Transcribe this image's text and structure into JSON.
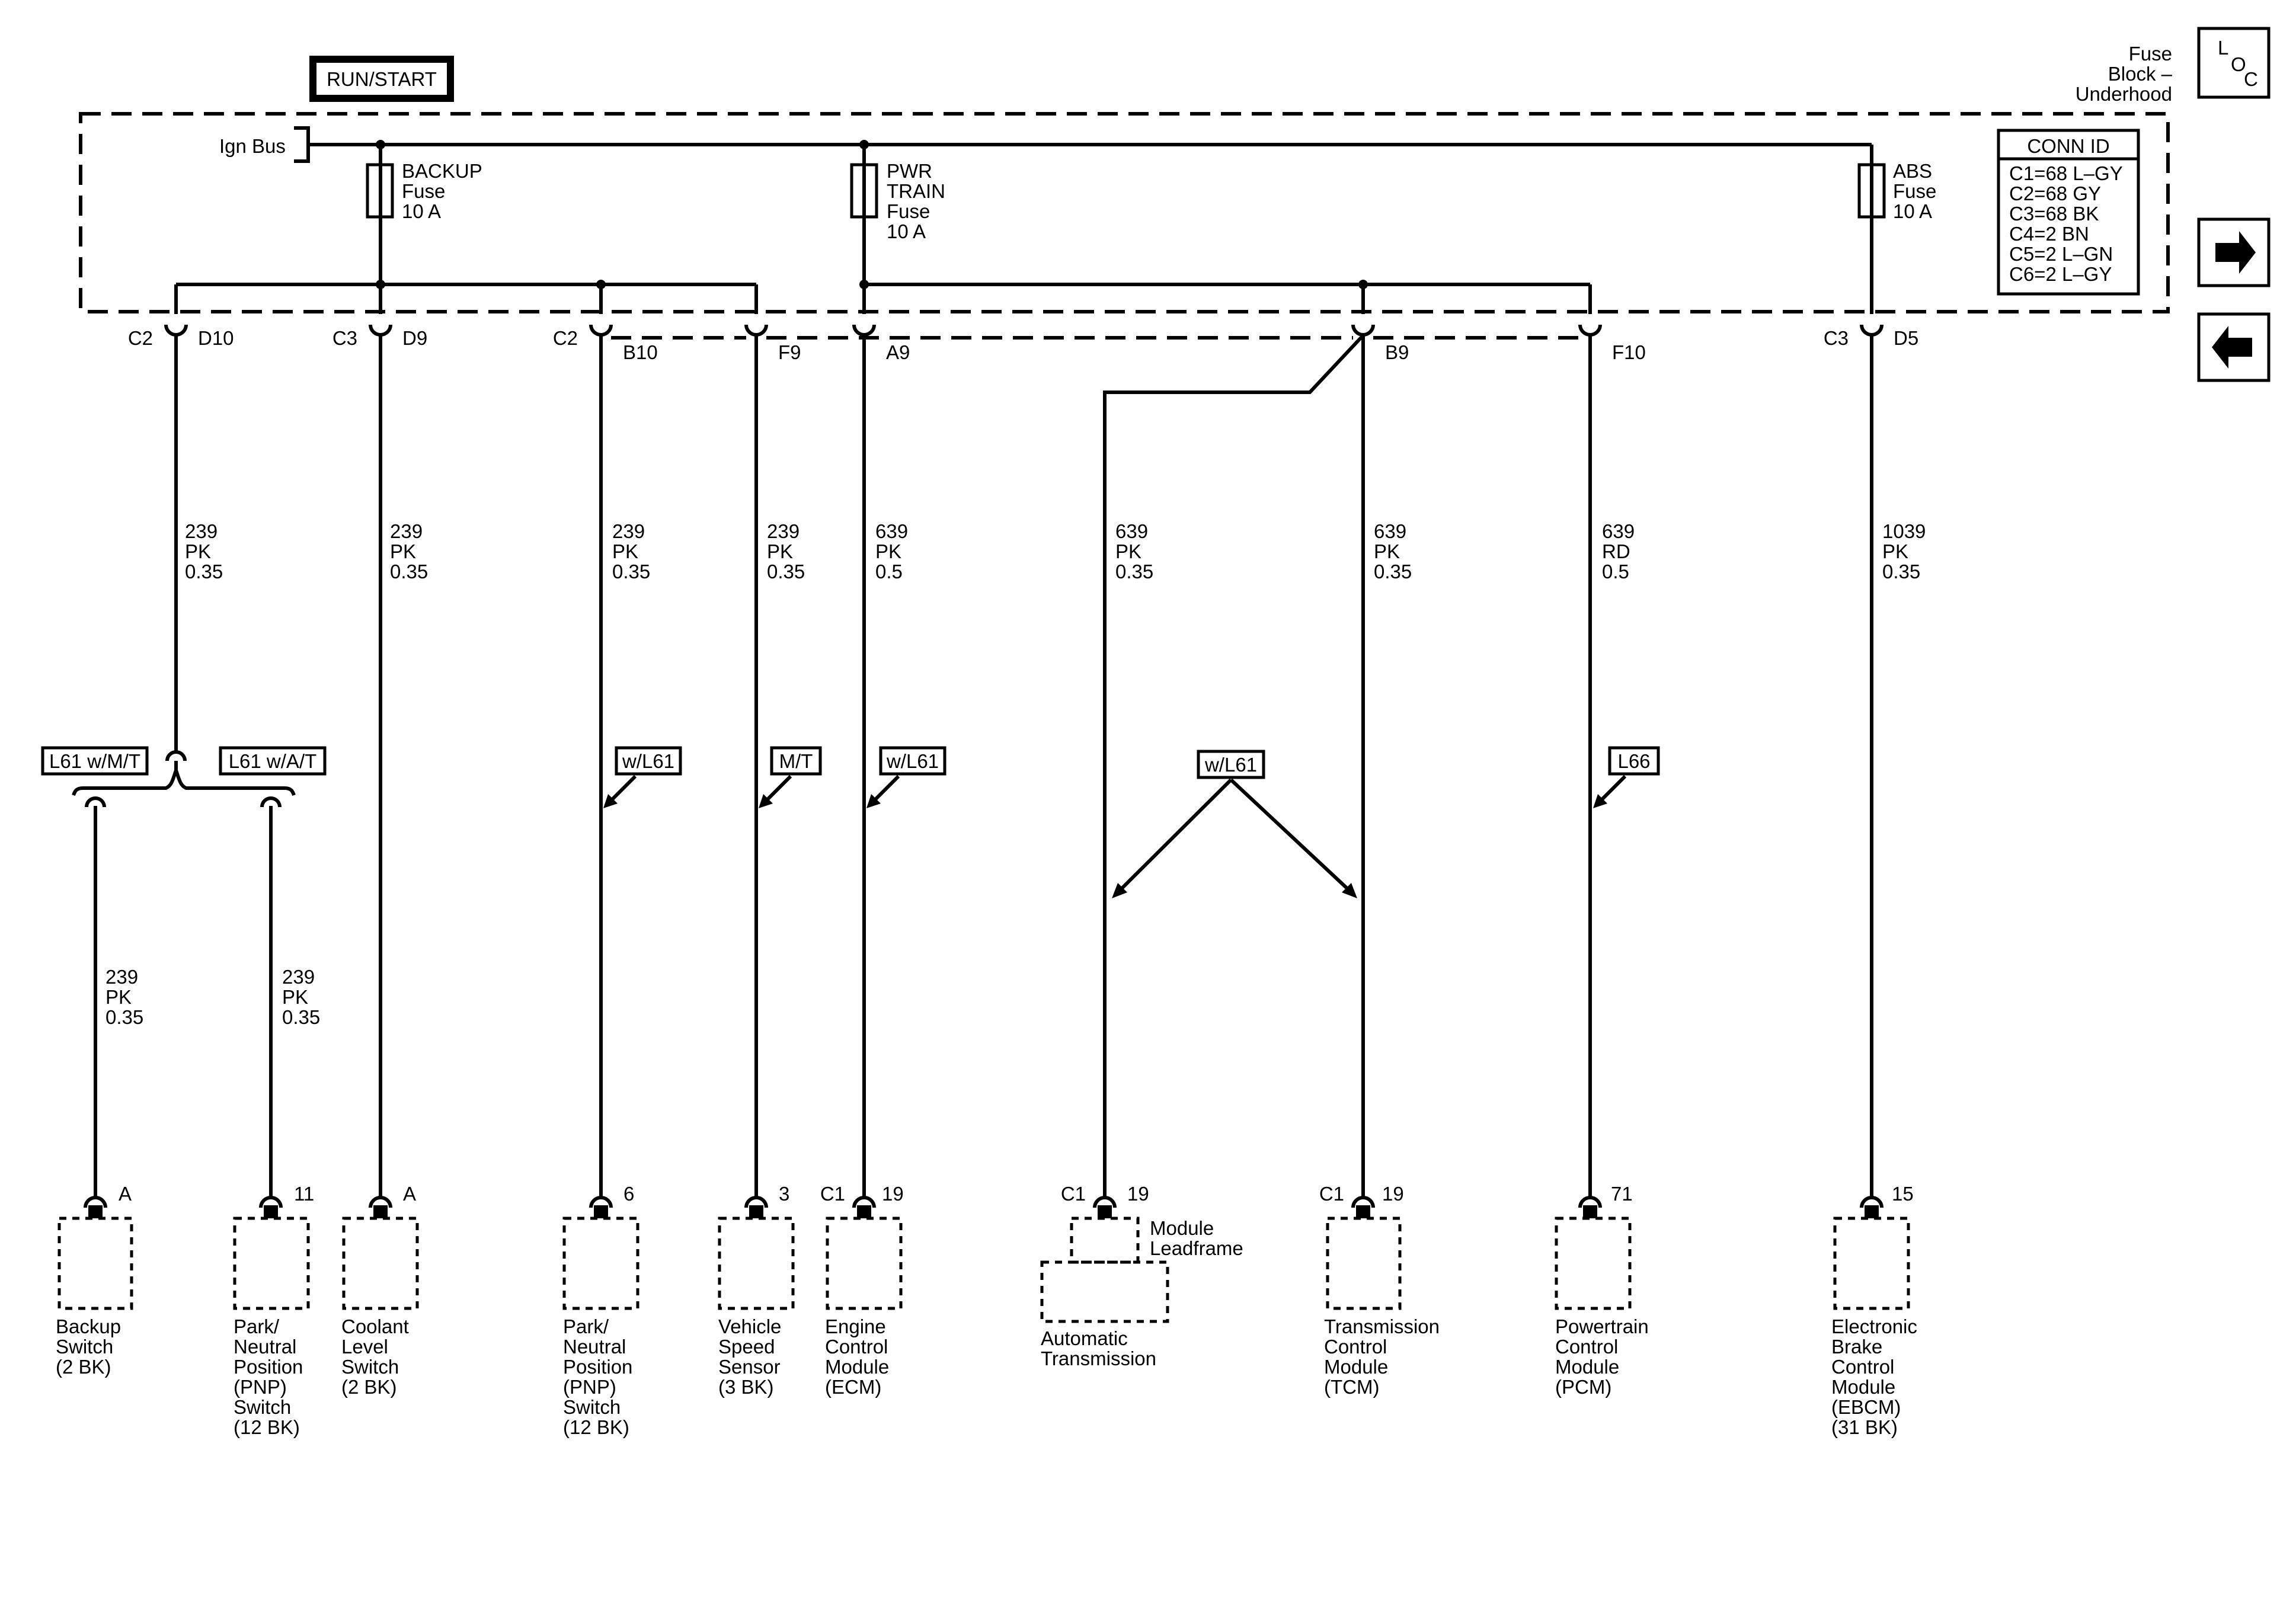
{
  "header": {
    "run_start": "RUN/START",
    "fuse_block": [
      "Fuse",
      "Block –",
      "Underhood"
    ],
    "loc_letters": [
      "L",
      "O",
      "C"
    ],
    "ign_bus": "Ign Bus"
  },
  "conn_id": {
    "title": "CONN ID",
    "rows": [
      "C1=68 L–GY",
      "C2=68 GY",
      "C3=68 BK",
      "C4=2 BN",
      "C5=2 L–GN",
      "C6=2 L–GY"
    ]
  },
  "nav": {
    "forward_icon": "right-arrow-icon",
    "back_icon": "left-arrow-icon"
  },
  "fuses": [
    {
      "name": "BACKUP",
      "lines": [
        "BACKUP",
        "Fuse",
        "10 A"
      ]
    },
    {
      "name": "PWR TRAIN",
      "lines": [
        "PWR",
        "TRAIN",
        "Fuse",
        "10 A"
      ]
    },
    {
      "name": "ABS",
      "lines": [
        "ABS",
        "Fuse",
        "10 A"
      ]
    }
  ],
  "fuse_connectors": [
    {
      "conn": "C2",
      "pin": "D10"
    },
    {
      "conn": "C3",
      "pin": "D9"
    },
    {
      "conn": "C2",
      "pin": "B10"
    },
    {
      "conn": "",
      "pin": "F9"
    },
    {
      "conn": "",
      "pin": "A9"
    },
    {
      "conn": "",
      "pin": "B9"
    },
    {
      "conn": "",
      "pin": "F10"
    },
    {
      "conn": "C3",
      "pin": "D5"
    }
  ],
  "wires": [
    {
      "circuit": "239",
      "color": "PK",
      "size": "0.35"
    },
    {
      "circuit": "239",
      "color": "PK",
      "size": "0.35"
    },
    {
      "circuit": "239",
      "color": "PK",
      "size": "0.35"
    },
    {
      "circuit": "239",
      "color": "PK",
      "size": "0.35"
    },
    {
      "circuit": "639",
      "color": "PK",
      "size": "0.5"
    },
    {
      "circuit": "639",
      "color": "PK",
      "size": "0.35"
    },
    {
      "circuit": "639",
      "color": "PK",
      "size": "0.35"
    },
    {
      "circuit": "639",
      "color": "RD",
      "size": "0.5"
    },
    {
      "circuit": "1039",
      "color": "PK",
      "size": "0.35"
    },
    {
      "circuit": "239",
      "color": "PK",
      "size": "0.35"
    },
    {
      "circuit": "239",
      "color": "PK",
      "size": "0.35"
    }
  ],
  "options": [
    "L61 w/M/T",
    "L61 w/A/T",
    "w/L61",
    "M/T",
    "w/L61",
    "w/L61",
    "L66"
  ],
  "components": [
    {
      "pin": "A",
      "conn": "",
      "lines": [
        "Backup",
        "Switch",
        "(2 BK)"
      ]
    },
    {
      "pin": "11",
      "conn": "",
      "lines": [
        "Park/",
        "Neutral",
        "Position",
        "(PNP)",
        "Switch",
        "(12 BK)"
      ]
    },
    {
      "pin": "A",
      "conn": "",
      "lines": [
        "Coolant",
        "Level",
        "Switch",
        "(2 BK)"
      ]
    },
    {
      "pin": "6",
      "conn": "",
      "lines": [
        "Park/",
        "Neutral",
        "Position",
        "(PNP)",
        "Switch",
        "(12 BK)"
      ]
    },
    {
      "pin": "3",
      "conn": "",
      "lines": [
        "Vehicle",
        "Speed",
        "Sensor",
        "(3 BK)"
      ]
    },
    {
      "pin": "19",
      "conn": "C1",
      "lines": [
        "Engine",
        "Control",
        "Module",
        "(ECM)"
      ]
    },
    {
      "pin": "19",
      "conn": "C1",
      "lines": [
        "Automatic",
        "Transmission"
      ],
      "sub_lines": [
        "Module",
        "Leadframe"
      ]
    },
    {
      "pin": "19",
      "conn": "C1",
      "lines": [
        "Transmission",
        "Control",
        "Module",
        "(TCM)"
      ]
    },
    {
      "pin": "71",
      "conn": "",
      "lines": [
        "Powertrain",
        "Control",
        "Module",
        "(PCM)"
      ]
    },
    {
      "pin": "15",
      "conn": "",
      "lines": [
        "Electronic",
        "Brake",
        "Control",
        "Module",
        "(EBCM)",
        "(31 BK)"
      ]
    }
  ]
}
